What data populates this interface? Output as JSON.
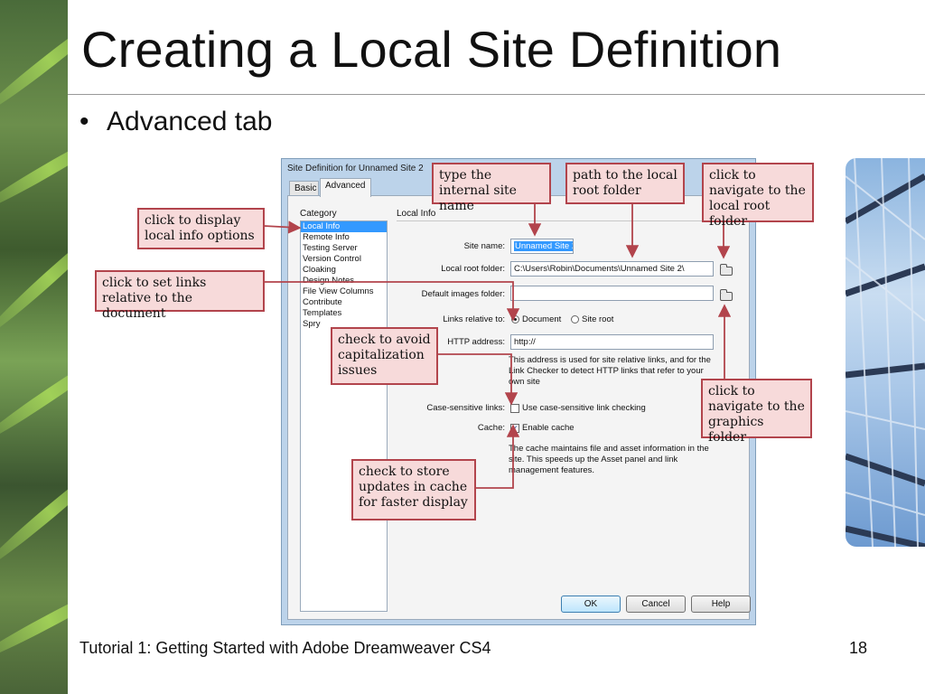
{
  "slide": {
    "title": "Creating a Local Site Definition",
    "bullet": "Advanced tab",
    "footer": "Tutorial 1: Getting Started with Adobe Dreamweaver CS4",
    "page_number": "18"
  },
  "dialog": {
    "title": "Site Definition for Unnamed Site 2",
    "tabs": [
      "Basic",
      "Advanced"
    ],
    "active_tab": "Advanced",
    "category_label": "Category",
    "categories": [
      "Local Info",
      "Remote Info",
      "Testing Server",
      "Version Control",
      "Cloaking",
      "Design Notes",
      "File View Columns",
      "Contribute",
      "Templates",
      "Spry"
    ],
    "selected_category": "Local Info",
    "section_label": "Local Info",
    "fields": {
      "site_name_label": "Site name:",
      "site_name_value": "Unnamed Site 2",
      "local_root_label": "Local root folder:",
      "local_root_value": "C:\\Users\\Robin\\Documents\\Unnamed Site 2\\",
      "default_images_label": "Default images folder:",
      "default_images_value": "",
      "links_relative_label": "Links relative to:",
      "links_options": [
        "Document",
        "Site root"
      ],
      "links_selected": "Document",
      "http_label": "HTTP address:",
      "http_value": "http://",
      "http_note": "This address is used for site relative links, and for the Link Checker to detect HTTP links that refer to your own site",
      "case_label": "Case-sensitive links:",
      "case_option": "Use case-sensitive link checking",
      "case_checked": false,
      "cache_label": "Cache:",
      "cache_option": "Enable cache",
      "cache_checked": true,
      "cache_note": "The cache maintains file and asset information in the site.  This speeds up the Asset panel and link management features."
    },
    "buttons": {
      "ok": "OK",
      "cancel": "Cancel",
      "help": "Help"
    },
    "folder_icon": "folder-icon"
  },
  "callouts": {
    "site_name": "type the internal site name",
    "local_root": "path to the local root folder",
    "navigate_root": "click to navigate to the local root folder",
    "local_info": "click to display local info options",
    "links_relative": "click to set links relative to the document",
    "capitalization": "check to avoid capitalization issues",
    "graphics_folder": "click to navigate to the graphics folder",
    "cache": "check to store updates in cache for faster display"
  },
  "colors": {
    "callout_fill": "#f7dada",
    "callout_border": "#b2444c",
    "selection": "#3399ff"
  }
}
